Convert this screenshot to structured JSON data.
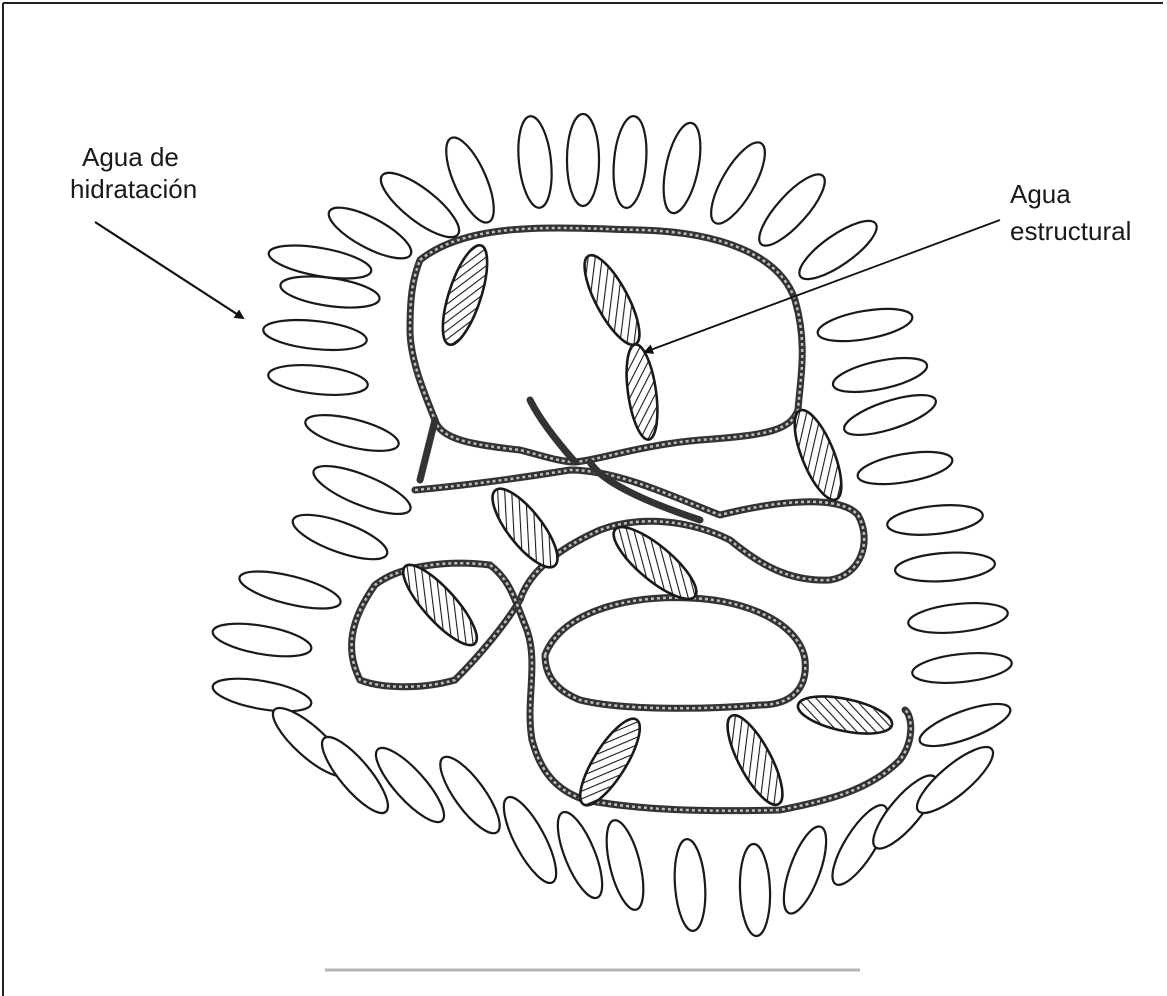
{
  "labels": {
    "hydration_line1": "Agua de",
    "hydration_line2": "hidratación",
    "structural_line1": "Agua",
    "structural_line2": "estructural"
  }
}
